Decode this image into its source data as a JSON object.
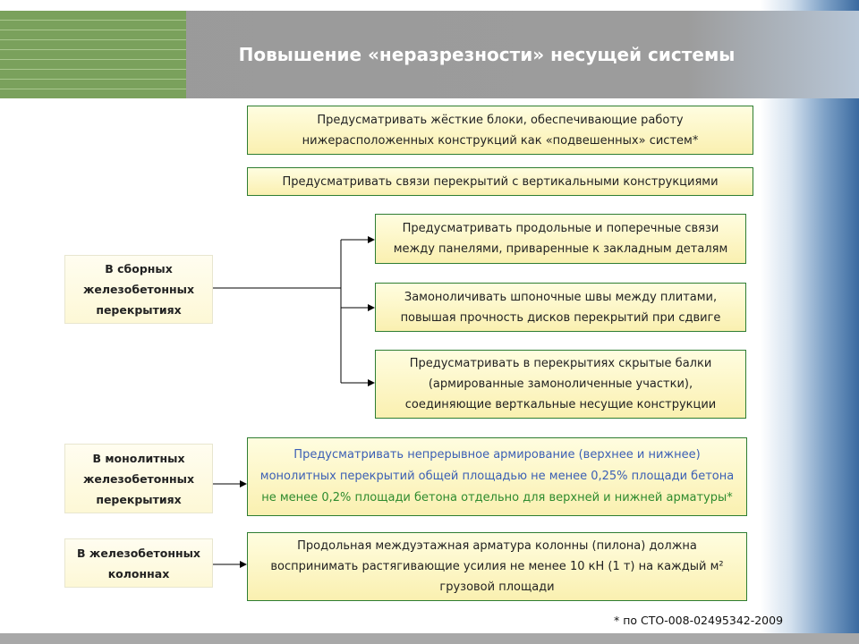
{
  "title": "Повышение «неразрезности» несущей системы",
  "general_items": [
    [
      "Предусматривать жёсткие блоки, обеспечивающие работу",
      "нижерасположенных конструкций как «подвешенных» систем*"
    ],
    [
      "Предусматривать связи перекрытий с вертикальными конструкциями"
    ]
  ],
  "groups": [
    {
      "category": [
        "В сборных",
        "железобетонных",
        "перекрытиях"
      ],
      "items": [
        [
          "Предусматривать продольные и поперечные связи",
          "между панелями, приваренные к закладным деталям"
        ],
        [
          "Замоноличивать шпоночные швы между плитами,",
          "повышая прочность дисков перекрытий при сдвиге"
        ],
        [
          "Предусматривать в перекрытиях скрытые балки",
          "(армированные замоноличенные участки),",
          "соединяющие верткальные несущие конструкции"
        ]
      ]
    },
    {
      "category": [
        "В монолитных",
        "железобетонных",
        "перекрытиях"
      ],
      "items": [
        [
          "Предусматривать непрерывное армирование (верхнее и нижнее)",
          "монолитных перекрытий общей площадью не менее 0,25% площади бетона",
          "не менее 0,2% площади бетона отдельно для верхней и нижней арматуры*"
        ]
      ]
    },
    {
      "category": [
        "В железобетонных",
        "колоннах"
      ],
      "items": [
        [
          "Продольная междуэтажная арматура колонны (пилона) должна",
          "воспринимать растягивающие усилия не менее 10 кН (1 т) на каждый м²",
          "грузовой площади"
        ]
      ]
    }
  ],
  "footnote": "* по СТО-008-02495342-2009",
  "colors": {
    "header_gray": "#9c9c9c",
    "stripe_green": "#7aa15c",
    "box_border": "#2e7d32",
    "box_fill": "#faf0b0",
    "blue_text": "#3b5fb5",
    "green_text": "#2e8b2e"
  }
}
